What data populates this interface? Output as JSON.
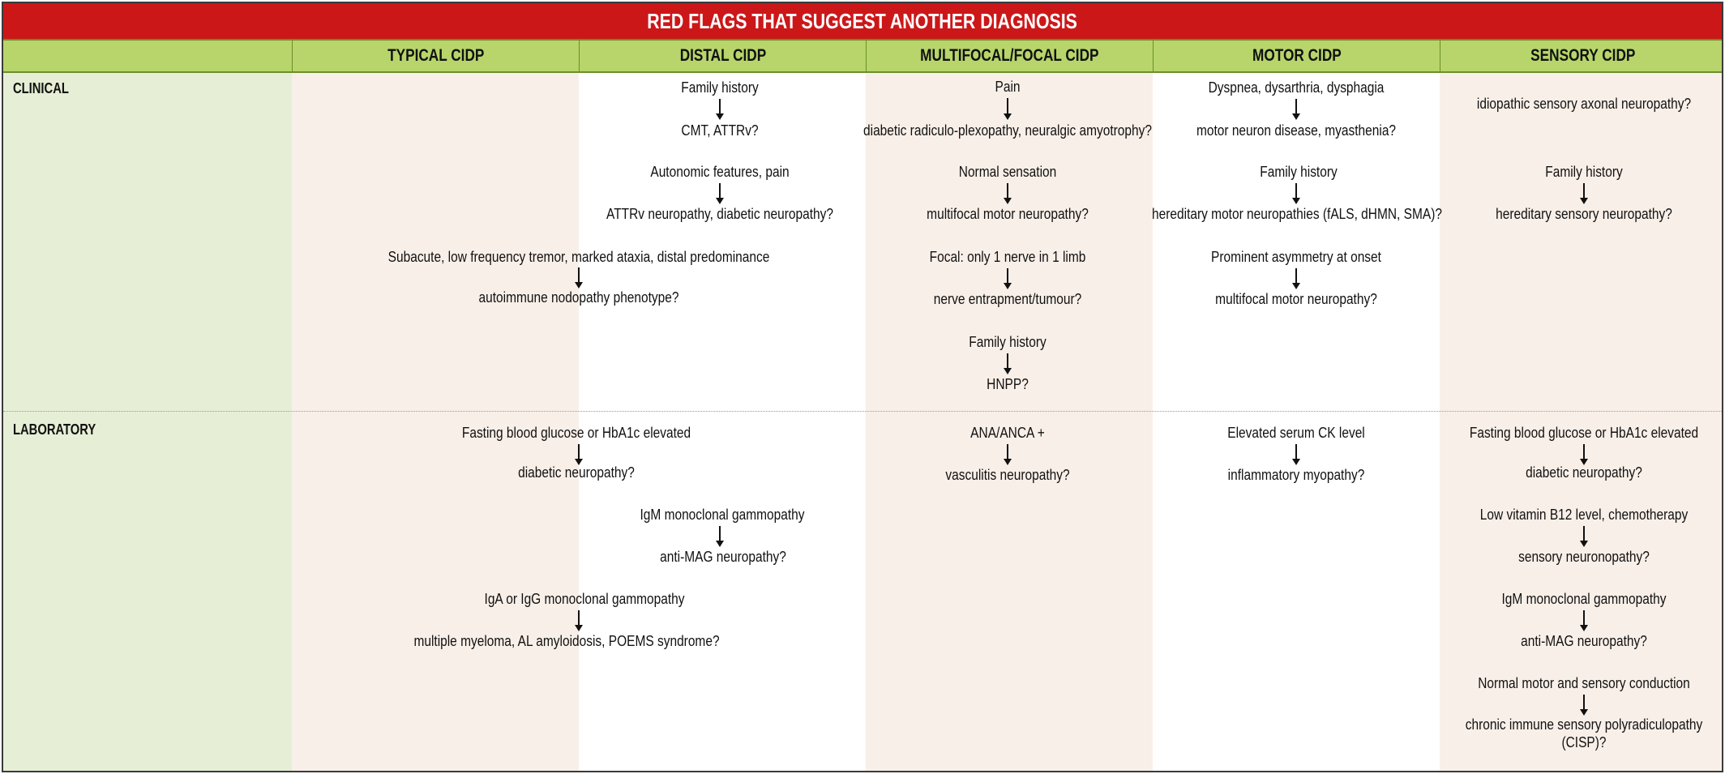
{
  "title": "RED FLAGS THAT SUGGEST ANOTHER DIAGNOSIS",
  "columns": [
    "TYPICAL CIDP",
    "DISTAL CIDP",
    "MULTIFOCAL/FOCAL CIDP",
    "MOTOR CIDP",
    "SENSORY  CIDP"
  ],
  "rows": [
    "CLINICAL",
    "LABORATORY"
  ],
  "colors": {
    "title_bg": "#cc1719",
    "header_bg": "#b7d56a",
    "label_col_bg": "#e6efd5",
    "tinted_col_bg": "#f8efe8"
  },
  "clinical": {
    "distal": [
      {
        "cause": "Family history",
        "suggests": "CMT, ATTRv?"
      },
      {
        "cause": "Autonomic features, pain",
        "suggests": "ATTRv neuropathy, diabetic neuropathy?"
      }
    ],
    "typical_distal": [
      {
        "cause": "Subacute, low frequency tremor, marked ataxia, distal predominance",
        "suggests": "autoimmune nodopathy phenotype?"
      }
    ],
    "multifocal": [
      {
        "cause": "Pain",
        "suggests": "diabetic radiculo-plexopathy, neuralgic amyotrophy?"
      },
      {
        "cause": "Normal sensation",
        "suggests": "multifocal motor neuropathy?"
      },
      {
        "cause": "Focal: only 1 nerve in 1 limb",
        "suggests": "nerve entrapment/tumour?"
      },
      {
        "cause": "Family history",
        "suggests": "HNPP?"
      }
    ],
    "motor": [
      {
        "cause": "Dyspnea, dysarthria, dysphagia",
        "suggests": "motor neuron disease, myasthenia?"
      },
      {
        "cause": "Family history",
        "suggests": "hereditary motor neuropathies (fALS, dHMN, SMA)?"
      },
      {
        "cause": "Prominent asymmetry at onset",
        "suggests": "multifocal motor neuropathy?"
      }
    ],
    "sensory_single": "idiopathic sensory axonal neuropathy?",
    "sensory": [
      {
        "cause": "Family history",
        "suggests": "hereditary sensory neuropathy?"
      }
    ]
  },
  "laboratory": {
    "typical_distal": [
      {
        "cause": "Fasting blood glucose or HbA1c elevated",
        "suggests": "diabetic neuropathy?"
      },
      {
        "cause": "IgA or IgG monoclonal gammopathy",
        "suggests": "multiple myeloma, AL amyloidosis, POEMS syndrome?"
      }
    ],
    "distal": [
      {
        "cause": "IgM monoclonal gammopathy",
        "suggests": "anti-MAG neuropathy?"
      }
    ],
    "multifocal": [
      {
        "cause": "ANA/ANCA +",
        "suggests": "vasculitis neuropathy?"
      }
    ],
    "motor": [
      {
        "cause": "Elevated serum CK level",
        "suggests": "inflammatory myopathy?"
      }
    ],
    "sensory": [
      {
        "cause": "Fasting blood glucose or HbA1c elevated",
        "suggests": "diabetic neuropathy?"
      },
      {
        "cause": "Low vitamin B12 level, chemotherapy",
        "suggests": "sensory neuronopathy?"
      },
      {
        "cause": "IgM monoclonal gammopathy",
        "suggests": "anti-MAG neuropathy?"
      },
      {
        "cause": "Normal motor and sensory conduction",
        "suggests": "chronic immune sensory polyradiculopathy"
      },
      {
        "cause": "",
        "suggests": "(CISP)?"
      }
    ]
  }
}
